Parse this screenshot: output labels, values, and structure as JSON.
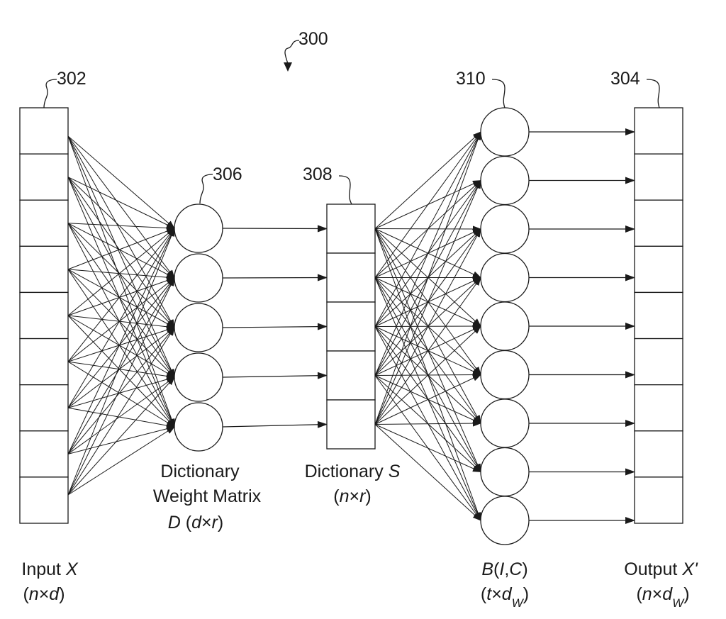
{
  "refs": {
    "figure": "300",
    "input": "302",
    "output": "304",
    "dict_weight": "306",
    "dictionary": "308",
    "basis": "310"
  },
  "labels": {
    "input": {
      "line1": [
        {
          "t": "Input "
        },
        {
          "t": "X",
          "i": true
        }
      ],
      "line2": [
        {
          "t": "("
        },
        {
          "t": "n",
          "i": true
        },
        {
          "t": "×"
        },
        {
          "t": "d",
          "i": true
        },
        {
          "t": ")"
        }
      ]
    },
    "dict_weight": {
      "line1": [
        {
          "t": "Dictionary"
        }
      ],
      "line2": [
        {
          "t": "Weight Matrix"
        }
      ],
      "line3": [
        {
          "t": "D",
          "i": true
        },
        {
          "t": " ("
        },
        {
          "t": "d",
          "i": true
        },
        {
          "t": "×"
        },
        {
          "t": "r",
          "i": true
        },
        {
          "t": ")"
        }
      ]
    },
    "dictionary": {
      "line1": [
        {
          "t": "Dictionary "
        },
        {
          "t": "S",
          "i": true
        }
      ],
      "line2": [
        {
          "t": "("
        },
        {
          "t": "n",
          "i": true
        },
        {
          "t": "×"
        },
        {
          "t": "r",
          "i": true
        },
        {
          "t": ")"
        }
      ]
    },
    "basis": {
      "line1": [
        {
          "t": "B",
          "i": true
        },
        {
          "t": "("
        },
        {
          "t": "I",
          "i": true
        },
        {
          "t": ","
        },
        {
          "t": "C",
          "i": true
        },
        {
          "t": ")"
        }
      ],
      "line2": [
        {
          "t": "("
        },
        {
          "t": "t",
          "i": true
        },
        {
          "t": "×"
        },
        {
          "t": "d",
          "i": true
        },
        {
          "t": "W",
          "sub": true,
          "i": true
        },
        {
          "t": ")"
        }
      ]
    },
    "output": {
      "line1": [
        {
          "t": "Output "
        },
        {
          "t": "X'",
          "i": true
        }
      ],
      "line2": [
        {
          "t": "("
        },
        {
          "t": "n",
          "i": true
        },
        {
          "t": "×"
        },
        {
          "t": "d",
          "i": true
        },
        {
          "t": "W",
          "sub": true,
          "i": true
        },
        {
          "t": ")"
        }
      ]
    }
  },
  "structure": {
    "input_cells": 9,
    "dict_weight_nodes": 5,
    "dictionary_cells": 5,
    "basis_nodes": 9,
    "output_cells": 9
  }
}
